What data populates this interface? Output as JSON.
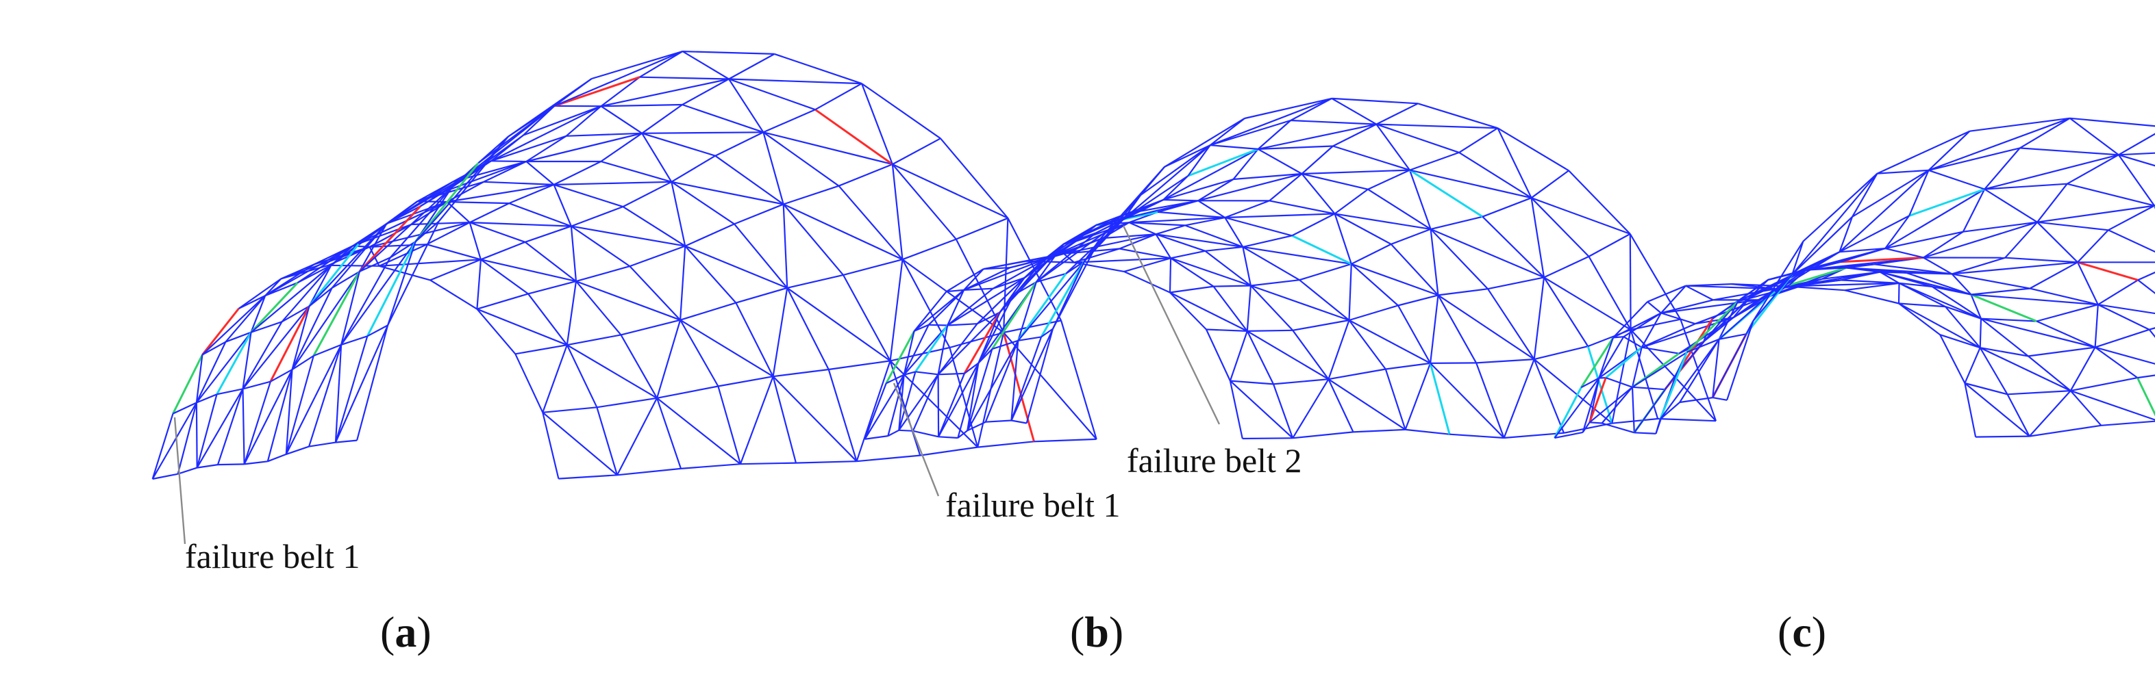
{
  "figure": {
    "panels": [
      {
        "label_open": "(",
        "label_letter": "a",
        "label_close": ")",
        "annotations": [
          "failure belt 1"
        ]
      },
      {
        "label_open": "(",
        "label_letter": "b",
        "label_close": ")",
        "annotations": [
          "failure belt 2",
          "failure belt 1"
        ]
      },
      {
        "label_open": "(",
        "label_letter": "c",
        "label_close": ")",
        "annotations": []
      }
    ],
    "colors": {
      "mesh": "#1f2bff",
      "stress_cyan": "#16d8f0",
      "stress_green": "#2fd36a",
      "stress_red": "#ff2a2a",
      "annotation_line": "#8a8a8a",
      "text": "#111111"
    }
  }
}
